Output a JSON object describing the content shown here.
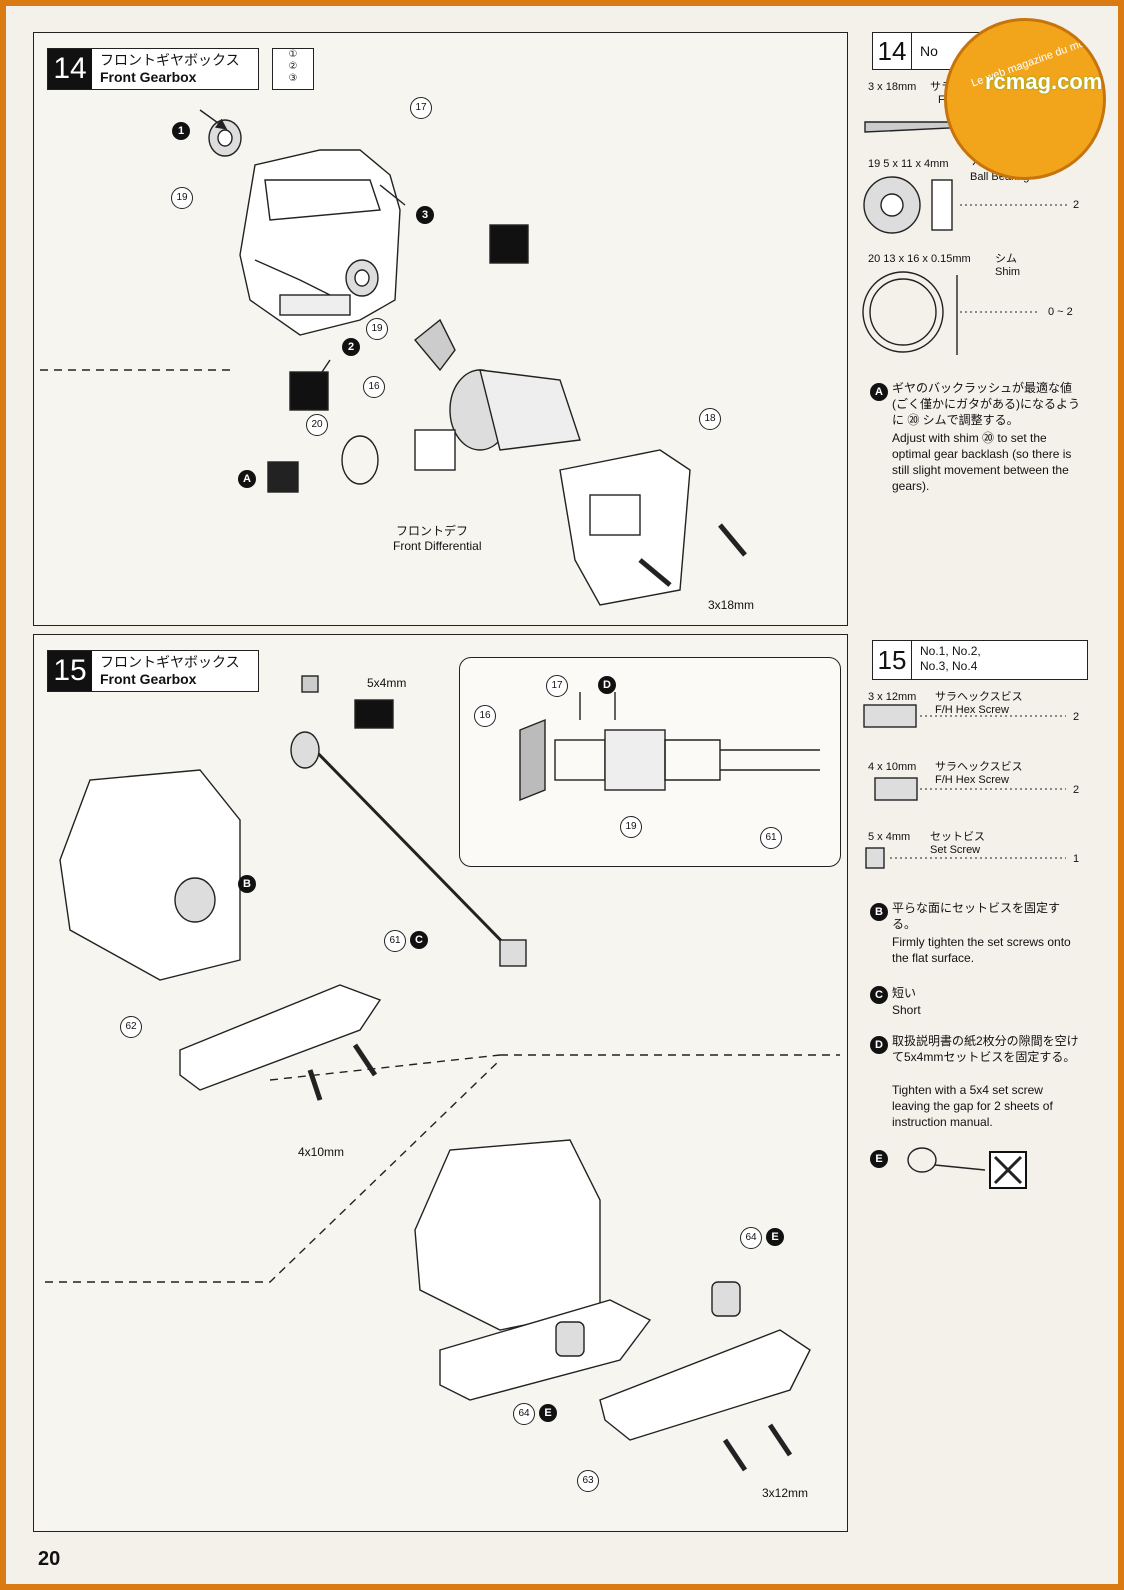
{
  "page_number": "20",
  "step14": {
    "number": "14",
    "title_jp": "フロントギヤボックス",
    "title_en": "Front Gearbox",
    "icon_seq": [
      "①",
      "②",
      "③"
    ],
    "callouts": {
      "num1": "1",
      "num2": "2",
      "num3": "3",
      "noteA": "A",
      "diff_jp": "フロントデフ",
      "diff_en": "Front Differential",
      "screw": "3x18mm"
    },
    "parts": {
      "p16": "16",
      "p17": "17",
      "p18": "18",
      "p19": "19",
      "p19b": "19",
      "p20": "20"
    }
  },
  "side14": {
    "number": "14",
    "bag": "No",
    "screw_size": "3 x 18mm",
    "screw_jp": "サラ",
    "screw_en": "F/H",
    "bearing_size": "19 5 x 11 x 4mm",
    "bearing_jp": "ベアリング",
    "bearing_en": "Ball Bearing",
    "bearing_qty": "2",
    "shim_size": "20 13 x 16 x 0.15mm",
    "shim_jp": "シム",
    "shim_en": "Shim",
    "shim_qty": "0 ~ 2",
    "noteA_jp": "ギヤのバックラッシュが最適な値(ごく僅かにガタがある)になるように ⑳ シムで調整する。",
    "noteA_en": "Adjust with shim ⑳ to set the optimal gear backlash (so there is still slight movement between the gears)."
  },
  "step15": {
    "number": "15",
    "title_jp": "フロントギヤボックス",
    "title_en": "Front Gearbox",
    "setscrew": "5x4mm",
    "screw1": "4x10mm",
    "screw2": "3x12mm",
    "detail": {
      "p16": "16",
      "p17": "17",
      "p19": "19",
      "p61": "61",
      "gap": "D"
    },
    "parts": {
      "p61": "61",
      "p62": "62",
      "p63": "63",
      "p64a": "64",
      "p64b": "64"
    },
    "labels": {
      "B": "B",
      "C": "C",
      "E": "E",
      "E2": "E"
    }
  },
  "side15": {
    "number": "15",
    "bags": "No.1, No.2, No.3, No.4",
    "screw1_size": "3 x 12mm",
    "screw1_jp": "サラヘックスビス",
    "screw1_en": "F/H Hex Screw",
    "screw1_qty": "2",
    "screw2_size": "4 x 10mm",
    "screw2_jp": "サラヘックスビス",
    "screw2_en": "F/H Hex Screw",
    "screw2_qty": "2",
    "screw3_size": "5 x 4mm",
    "screw3_jp": "セットビス",
    "screw3_en": "Set Screw",
    "screw3_qty": "1",
    "noteB_jp": "平らな面にセットビスを固定する。",
    "noteB_en": "Firmly tighten the set screws onto the flat surface.",
    "noteC_jp": "短い",
    "noteC_en": "Short",
    "noteD_jp": "取扱説明書の紙2枚分の隙間を空けて5x4mmセットビスを固定する。",
    "noteD_en": "Tighten with a 5x4 set screw leaving the gap for 2 sheets of instruction manual."
  },
  "logo": {
    "line1": "Le web magazine du modélisme",
    "line2": "rcmag.com"
  }
}
